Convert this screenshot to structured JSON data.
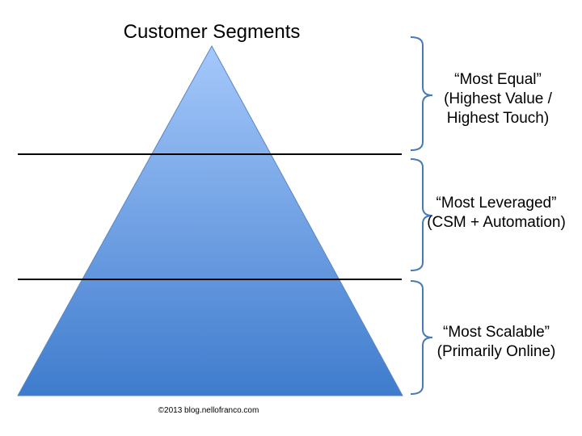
{
  "title": "Customer Segments",
  "colors": {
    "triangle_top": "#a5c8fb",
    "triangle_bottom": "#3f7ccd",
    "brace": "#4a7ab5",
    "divider": "#000000"
  },
  "segments": [
    {
      "lines": [
        "“Most Equal”",
        "(Highest Value /",
        "Highest Touch)"
      ]
    },
    {
      "lines": [
        "“Most Leveraged”",
        "(CSM + Automation)"
      ]
    },
    {
      "lines": [
        "“Most Scalable”",
        "(Primarily Online)"
      ]
    }
  ],
  "copyright": "©2013 blog.nellofranco.com"
}
